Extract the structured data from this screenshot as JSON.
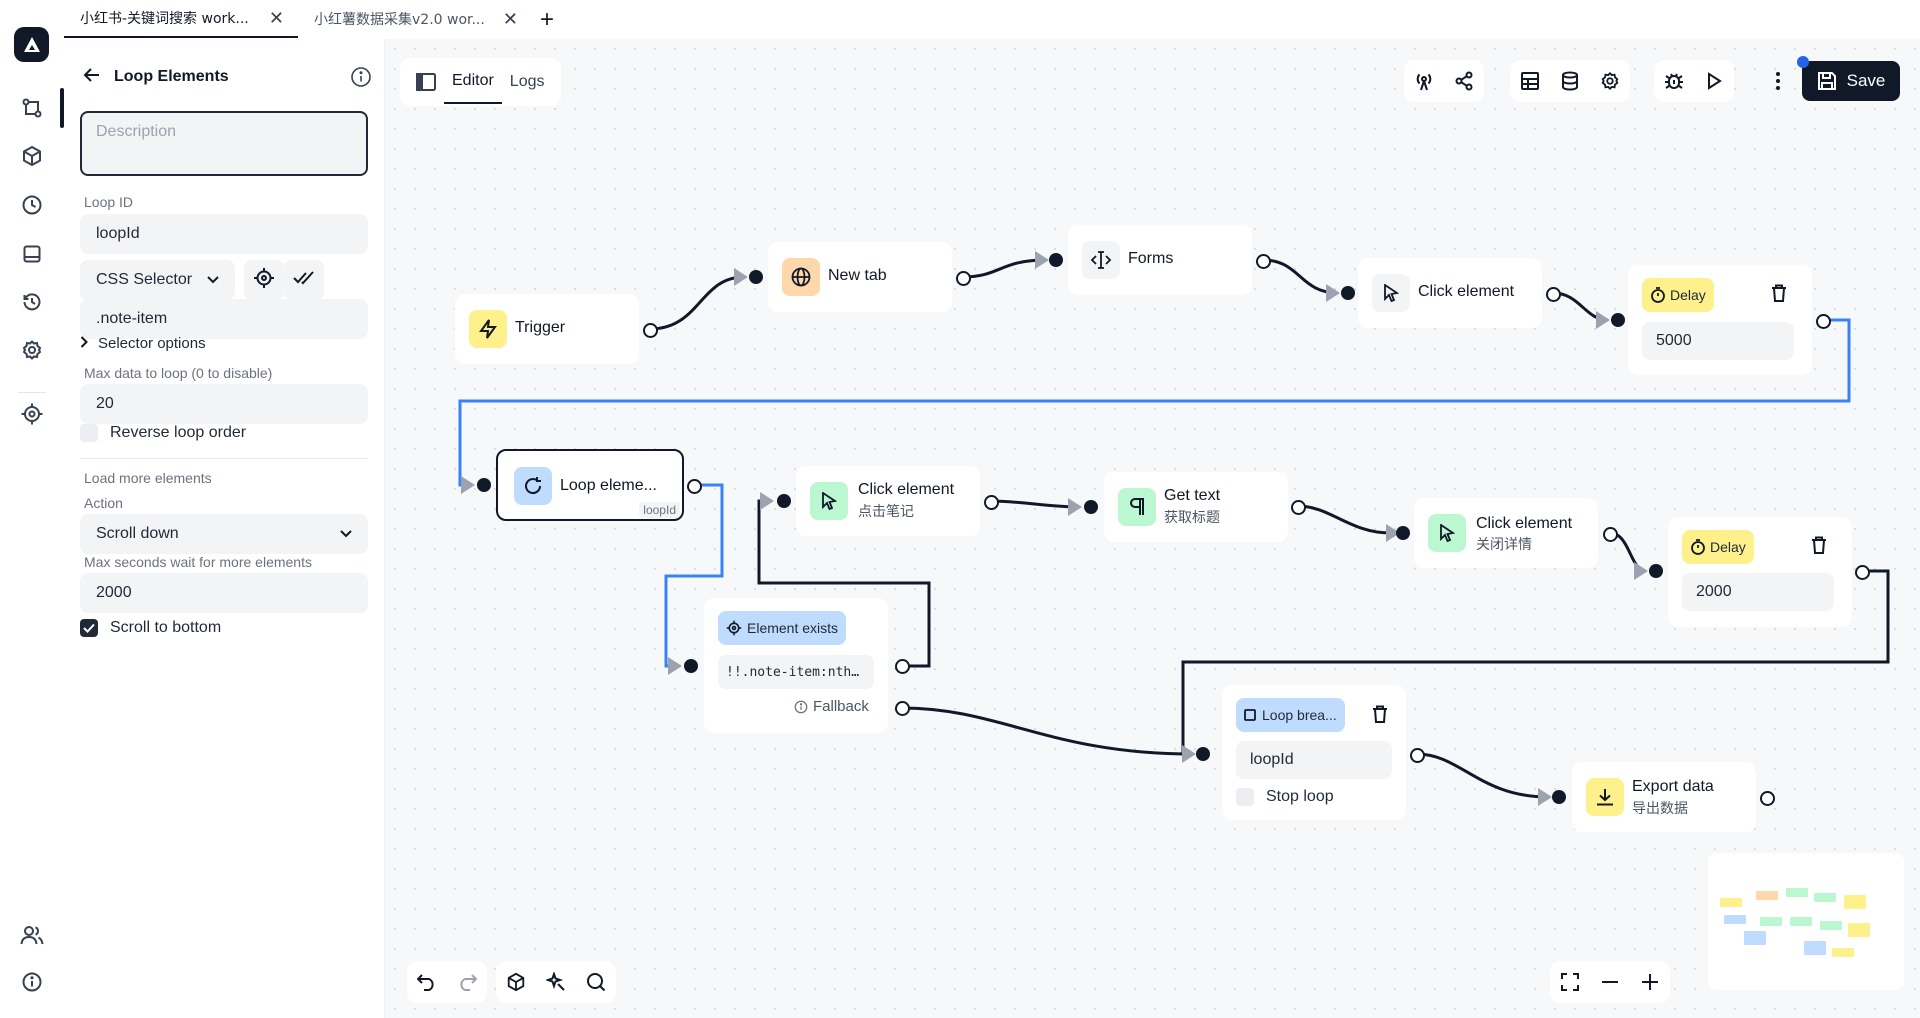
{
  "tabs": [
    {
      "label": "小红书-关键词搜索 work...",
      "active": true
    },
    {
      "label": "小红薯数据采集v2.0 wor...",
      "active": false
    }
  ],
  "panel": {
    "title": "Loop Elements",
    "description_placeholder": "Description",
    "loop_id_label": "Loop ID",
    "loop_id_value": "loopId",
    "selector_type": "CSS Selector",
    "selector_value": ".note-item",
    "selector_options": "Selector options",
    "max_data_label": "Max data to loop (0 to disable)",
    "max_data_value": "20",
    "reverse_label": "Reverse loop order",
    "reverse_checked": false,
    "load_more_label": "Load more elements",
    "action_label": "Action",
    "action_value": "Scroll down",
    "max_wait_label": "Max seconds wait for more elements",
    "max_wait_value": "2000",
    "scroll_bottom_label": "Scroll to bottom",
    "scroll_bottom_checked": true
  },
  "editor": {
    "tabs": [
      "Editor",
      "Logs"
    ],
    "active_tab": "Editor",
    "save_label": "Save"
  },
  "nodes": {
    "trigger": {
      "title": "Trigger"
    },
    "new_tab": {
      "title": "New tab"
    },
    "forms": {
      "title": "Forms"
    },
    "click1": {
      "title": "Click element"
    },
    "delay1": {
      "title": "Delay",
      "value": "5000"
    },
    "loop": {
      "title": "Loop eleme...",
      "badge": "loopId"
    },
    "click2": {
      "title": "Click element",
      "sub": "点击笔记"
    },
    "get_text": {
      "title": "Get text",
      "sub": "获取标题"
    },
    "click3": {
      "title": "Click element",
      "sub": "关闭详情"
    },
    "delay2": {
      "title": "Delay",
      "value": "2000"
    },
    "exists": {
      "title": "Element exists",
      "selector": "!!.note-item:nth…",
      "fallback": "Fallback"
    },
    "loop_break": {
      "title": "Loop brea...",
      "value": "loopId",
      "stop_label": "Stop loop"
    },
    "export": {
      "title": "Export data",
      "sub": "导出数据"
    }
  },
  "colors": {
    "accent": "#111827",
    "edge_active": "#3b82f6",
    "yellow_icon": "#fef08a",
    "orange_icon": "#fed7aa",
    "green_icon": "#bbf7d0",
    "blue_icon": "#bfdbfe",
    "gray_icon": "#f3f4f6"
  }
}
